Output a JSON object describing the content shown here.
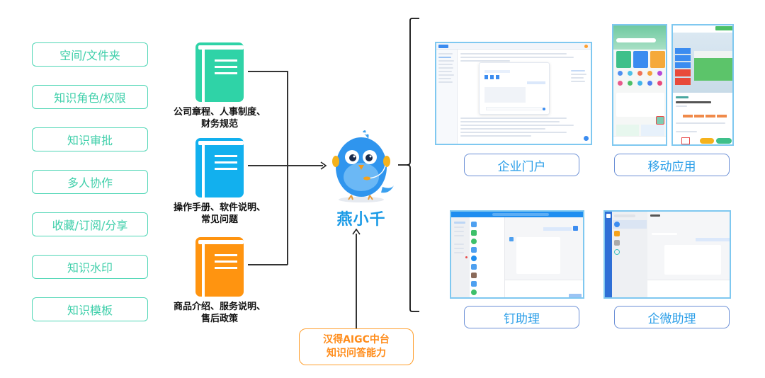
{
  "features": [
    {
      "label": "空间/文件夹"
    },
    {
      "label": "知识角色/权限"
    },
    {
      "label": "知识审批"
    },
    {
      "label": "多人协作"
    },
    {
      "label": "收藏/订阅/分享"
    },
    {
      "label": "知识水印"
    },
    {
      "label": "知识模板"
    }
  ],
  "knowledge_sources": [
    {
      "line1": "公司章程、人事制度、",
      "line2": "财务规范",
      "color": "#2fd3a7",
      "icon": "book-icon"
    },
    {
      "line1": "操作手册、软件说明、",
      "line2": "常见问题",
      "color": "#12b0ee",
      "icon": "book-icon"
    },
    {
      "line1": "商品介绍、服务说明、",
      "line2": "售后政策",
      "color": "#ff9410",
      "icon": "book-icon"
    }
  ],
  "assistant": {
    "name": "燕小千",
    "mascot": "bird-mascot-with-headset",
    "name_color": "#1a9ae6"
  },
  "platform": {
    "line1": "汉得AIGC中台",
    "line2": "知识问答能力",
    "color": "#ff8c1a"
  },
  "channels": [
    {
      "label": "企业门户",
      "screenshot": "enterprise-portal-screenshot"
    },
    {
      "label": "移动应用",
      "screenshot": "mobile-app-screenshot"
    },
    {
      "label": "钉助理",
      "screenshot": "dingtalk-assistant-screenshot"
    },
    {
      "label": "企微助理",
      "screenshot": "wecom-assistant-screenshot"
    }
  ],
  "colors": {
    "feature_border": "#4fd6b5",
    "channel_border": "#6b8fd6",
    "channel_text": "#2a9ee8"
  }
}
